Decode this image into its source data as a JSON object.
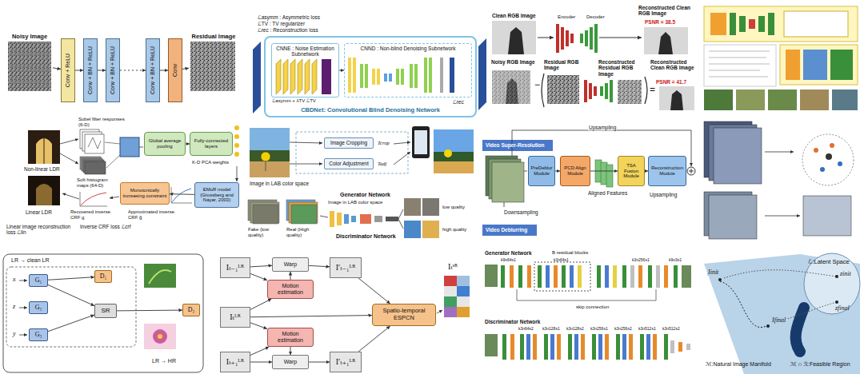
{
  "diagram": {
    "nodes": [
      {
        "text": [
          "Noisy Image"
        ]
      },
      {
        "text": [
          "Conv + ReLU"
        ]
      },
      {
        "text": [
          "Conv + BN + ReLU"
        ]
      },
      {
        "text": [
          "Conv + BN + ReLU"
        ]
      },
      {
        "text": [
          "Conv + BN + ReLU"
        ]
      },
      {
        "text": [
          "Conv"
        ]
      },
      {
        "text": [
          "Residual Image"
        ]
      },
      {
        "text": [
          "CBDNet: Convolutional Blind Denoising Network"
        ]
      },
      {
        "text": [
          "CNNE : Noise Estimation Subnetwork"
        ],
        "in": 7
      },
      {
        "text": [
          "CNND : Non-blind Denoising Subnetwork"
        ],
        "in": 7
      },
      {
        "text": [
          "Global average pooling"
        ]
      },
      {
        "text": [
          "Fully-connected layers"
        ]
      },
      {
        "text": [
          "Monotonically increasing constraint"
        ]
      },
      {
        "text": [
          "EMoR model (Grossberg and Nayar, 2003)"
        ]
      },
      {
        "text": [
          "Image Cropping"
        ]
      },
      {
        "text": [
          "Color Adjustment"
        ]
      },
      {
        "text": [
          "PreDeblur Module"
        ]
      },
      {
        "text": [
          "PCD Align Module"
        ]
      },
      {
        "text": [
          "TSA Fusion Module"
        ]
      },
      {
        "text": [
          "Reconstruction Module"
        ]
      },
      {
        "text": [
          "G₁"
        ]
      },
      {
        "text": [
          "G₂"
        ]
      },
      {
        "text": [
          "G₃"
        ]
      },
      {
        "text": [
          "D₁"
        ]
      },
      {
        "text": [
          "SR"
        ]
      },
      {
        "text": [
          "D₂"
        ]
      },
      {
        "text": [
          "Iₜ₋₁ᴸᴿ"
        ]
      },
      {
        "text": [
          "Iₜᴸᴿ"
        ]
      },
      {
        "text": [
          "Iₜ₊₁ᴸᴿ"
        ]
      },
      {
        "text": [
          "Motion estimation"
        ]
      },
      {
        "text": [
          "Motion estimation"
        ]
      },
      {
        "text": [
          "Warp"
        ]
      },
      {
        "text": [
          "Warp"
        ]
      },
      {
        "text": [
          "I′ₜ₋₁ᴸᴿ"
        ]
      },
      {
        "text": [
          "I′ₜ₊₁ᴸᴿ"
        ]
      },
      {
        "text": [
          "Spatio-temporal ESPCN"
        ]
      }
    ],
    "edges": [
      {
        "from": 0,
        "to": 1,
        "arrow": "to"
      },
      {
        "from": 1,
        "to": 2,
        "arrow": "to"
      },
      {
        "from": 2,
        "to": 3,
        "arrow": "to"
      },
      {
        "from": 3,
        "to": 4,
        "arrow": "to"
      },
      {
        "from": 4,
        "to": 5,
        "arrow": "to"
      },
      {
        "from": 5,
        "to": 6,
        "arrow": "to"
      },
      {
        "from": 8,
        "to": 9,
        "arrow": "to"
      },
      {
        "from": 10,
        "to": 11,
        "arrow": "to"
      },
      {
        "from": 13,
        "to": 12,
        "arrow": "to"
      },
      {
        "from": 16,
        "to": 17,
        "arrow": "to"
      },
      {
        "from": 17,
        "to": 18,
        "arrow": "to"
      },
      {
        "from": 18,
        "to": 19,
        "arrow": "to"
      },
      {
        "from": 20,
        "to": 23,
        "arrow": "to"
      },
      {
        "from": 20,
        "to": 24,
        "arrow": "to"
      },
      {
        "from": 22,
        "to": 24,
        "arrow": "to"
      },
      {
        "from": 24,
        "to": 25,
        "arrow": "to"
      },
      {
        "from": 26,
        "to": 31,
        "arrow": "to"
      },
      {
        "from": 26,
        "to": 29,
        "arrow": "to"
      },
      {
        "from": 27,
        "to": 29,
        "arrow": "to"
      },
      {
        "from": 27,
        "to": 30,
        "arrow": "to"
      },
      {
        "from": 28,
        "to": 30,
        "arrow": "to"
      },
      {
        "from": 28,
        "to": 32,
        "arrow": "to"
      },
      {
        "from": 29,
        "to": 31,
        "arrow": "to"
      },
      {
        "from": 30,
        "to": 32,
        "arrow": "to"
      },
      {
        "from": 31,
        "to": 33,
        "arrow": "to"
      },
      {
        "from": 32,
        "to": 34,
        "arrow": "to"
      },
      {
        "from": 33,
        "to": 35,
        "arrow": "to"
      },
      {
        "from": 27,
        "to": 35,
        "arrow": "to"
      },
      {
        "from": 34,
        "to": 35,
        "arrow": "to"
      }
    ],
    "labels": [
      "ℒasymm : Asymmetric loss",
      "ℒTV : TV regularizer",
      "ℒrec : Reconstruction loss",
      "ℒasymm + λTV ℒTV",
      "ℒrec",
      "Clean RGB Image",
      "Encoder",
      "Decoder",
      "Reconstructed Clean RGB Image",
      "PSNR = 38.5",
      "Noisy RGB Image",
      "Residual RGB Image",
      "Reconstructed Residual RGB Image",
      "Reconstructed Clean RGB Image",
      "PSNR = 41.7",
      "−",
      "=",
      "Sobel filter responses (6-D)",
      "Soft histogram maps (64-D)",
      "Non-linear LDR",
      "K-D PCA weights",
      "Linear LDR",
      "Recovered inverse CRF g",
      "Approximated inverse CRF g̃",
      "Linear image reconstruction loss ℒlin",
      "Inverse CRF loss ℒcrf",
      "Image in LAB color space",
      "Tcrop",
      "Tadj",
      "Generator Network",
      "Fake (low quality)",
      "Real (High quality)",
      "Image in LAB color space",
      "Discriminator Network",
      "low quality",
      "high quality",
      "Video Super-Resolution",
      "Upsampling",
      "Video Deblurring",
      "Downsampling",
      "Aligned Features",
      "Upsampling",
      "LR → clean LR",
      "x",
      "z",
      "y",
      "LR → HR",
      "Iₜˢᴿ",
      "Generator Network",
      "B residual blocks",
      "k9n64s1",
      "k3n64s1",
      "k3n256s1",
      "k9n3s1",
      "skip connection",
      "Discriminator Network",
      "k3n64s2",
      "k3n128s1",
      "k3n128s2",
      "k3n256s1",
      "k3n256s2",
      "k3n512s1",
      "k3n512s2",
      "ℒ:Latent Space",
      "zinit",
      "zfinal",
      "Iinit",
      "Ifinal",
      "ℳ:Natural Image Manifold",
      "ℳ ∩ ℛ:Feasible Region"
    ]
  }
}
